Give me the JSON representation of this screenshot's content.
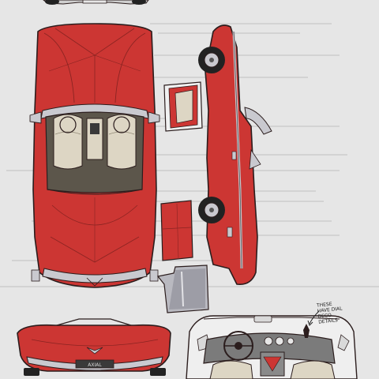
{
  "sheet": {
    "annotation_lines": [
      "THESE",
      "HAVE DIAL",
      "DECO",
      "DETAILS"
    ],
    "badge_text": "AXIAL"
  },
  "colors": {
    "background": "#e6e6e6",
    "body_red": "#cc3633",
    "body_red_dark": "#a82a27",
    "outline": "#2b1d1d",
    "chrome": "#c9c9cf",
    "seat_cream": "#ddd6c4",
    "floor_dark": "#5c564b",
    "tire": "#222222"
  },
  "views": [
    "top-view",
    "side-view",
    "front-view",
    "interior-view",
    "detail-panels"
  ]
}
